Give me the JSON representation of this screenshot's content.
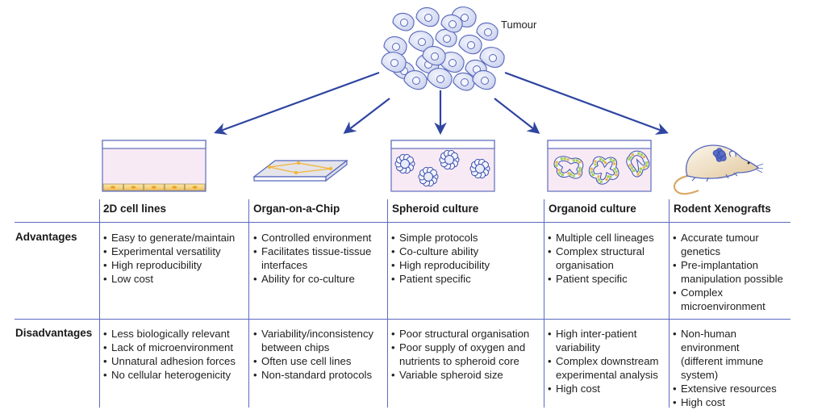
{
  "figure": {
    "source_label": "Tumour",
    "models": [
      {
        "name": "2D cell lines",
        "icon": "2d-cell-culture-well-icon"
      },
      {
        "name": "Organ-on-a-Chip",
        "icon": "microfluidic-chip-icon"
      },
      {
        "name": "Spheroid culture",
        "icon": "spheroid-well-icon"
      },
      {
        "name": "Organoid culture",
        "icon": "organoid-well-icon"
      },
      {
        "name": "Rodent Xenografts",
        "icon": "mouse-xenograft-icon"
      }
    ],
    "row_labels": {
      "advantages": "Advantages",
      "disadvantages": "Disadvantages"
    },
    "advantages": [
      [
        "Easy to generate/maintain",
        "Experimental versatility",
        "High reproducibility",
        "Low cost"
      ],
      [
        "Controlled environment",
        "Facilitates tissue-tissue\ninterfaces",
        "Ability for co-culture"
      ],
      [
        "Simple protocols",
        "Co-culture ability",
        "High reproducibility",
        "Patient specific"
      ],
      [
        "Multiple cell lineages",
        "Complex structural\norganisation",
        "Patient specific"
      ],
      [
        "Accurate tumour\ngenetics",
        "Pre-implantation\nmanipulation possible",
        "Complex\nmicroenvironment"
      ]
    ],
    "disadvantages": [
      [
        "Less biologically relevant",
        "Lack of microenvironment",
        "Unnatural adhesion forces",
        "No cellular heterogenicity"
      ],
      [
        "Variability/inconsistency\nbetween chips",
        "Often use cell lines",
        "Non-standard protocols"
      ],
      [
        "Poor structural organisation",
        "Poor supply of oxygen and\nnutrients to spheroid core",
        "Variable spheroid size"
      ],
      [
        "High inter-patient\nvariability",
        "Complex downstream\nexperimental analysis",
        "High cost"
      ],
      [
        "Non-human\nenvironment\n(different immune\nsystem)",
        "Extensive resources",
        "High cost"
      ]
    ],
    "colors": {
      "line": "#5b6bbf",
      "arrow": "#2f45a0",
      "cell_fill": "#dfe4f6",
      "cell_stroke": "#5566bb",
      "well_fill": "#f8eaf4",
      "well_stroke": "#6a77c2",
      "chip_yellow": "#f2b53a",
      "organoid_green": "#a7cf5b",
      "organoid_orange": "#f0b24d",
      "mouse_body": "#f3e6cf",
      "mouse_tail": "#d9a865"
    }
  }
}
